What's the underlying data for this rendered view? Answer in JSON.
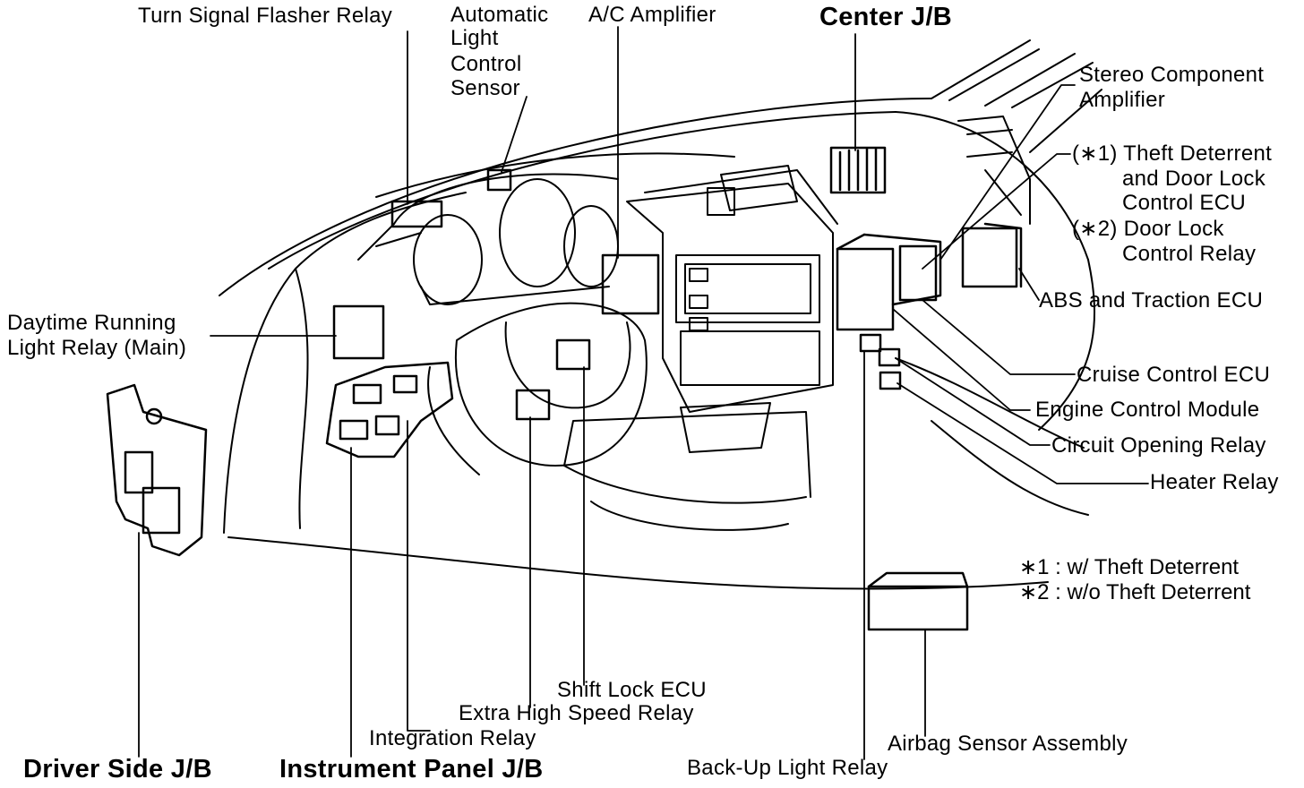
{
  "labels": {
    "turn_signal": "Turn Signal Flasher Relay",
    "auto_light_1": "Automatic",
    "auto_light_2": "Light",
    "auto_light_3": "Control",
    "auto_light_4": "Sensor",
    "ac_amp": "A/C Amplifier",
    "center_jb": "Center J/B",
    "stereo_1": "Stereo Component",
    "stereo_2": "Amplifier",
    "theft_1": "(∗1) Theft Deterrent",
    "theft_2": "and Door Lock",
    "theft_3": "Control ECU",
    "door_lock_1": "(∗2) Door Lock",
    "door_lock_2": "Control Relay",
    "abs": "ABS and Traction ECU",
    "cruise": "Cruise Control ECU",
    "ecm": "Engine Control Module",
    "circuit": "Circuit Opening Relay",
    "heater": "Heater Relay",
    "drl_1": "Daytime Running",
    "drl_2": "Light Relay (Main)",
    "shift_lock": "Shift Lock ECU",
    "extra_high": "Extra High Speed Relay",
    "integration": "Integration Relay",
    "airbag": "Airbag Sensor Assembly",
    "backup": "Back-Up Light Relay",
    "driver_jb": "Driver Side J/B",
    "ip_jb": "Instrument Panel J/B"
  },
  "notes": {
    "n1": "∗1 : w/ Theft Deterrent",
    "n2": "∗2 : w/o Theft Deterrent"
  }
}
